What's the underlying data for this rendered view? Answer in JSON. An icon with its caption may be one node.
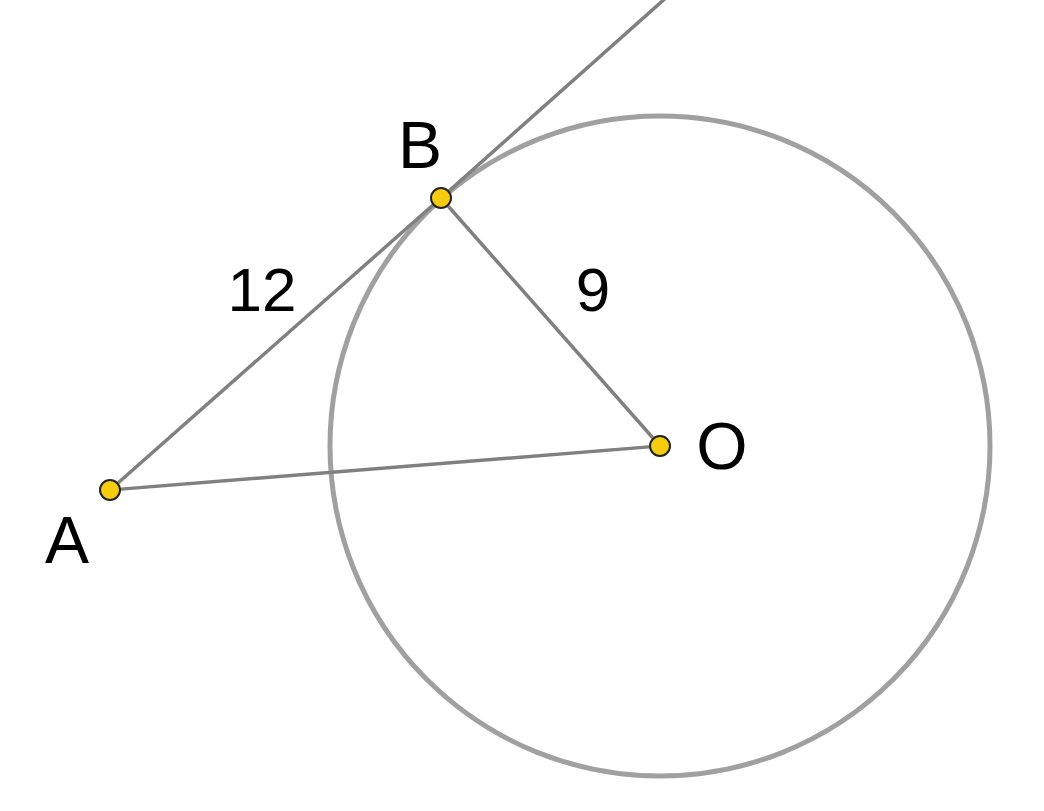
{
  "diagram": {
    "nodes": [
      {
        "text": [
          "A"
        ]
      },
      {
        "text": [
          "B"
        ]
      },
      {
        "text": [
          "O"
        ]
      }
    ],
    "edges": [
      {
        "from": 0,
        "to": 1,
        "arrow": "none",
        "label": "12"
      },
      {
        "from": 1,
        "to": 2,
        "arrow": "none",
        "label": "9"
      },
      {
        "from": 0,
        "to": 2,
        "arrow": "none"
      },
      {
        "from": 1,
        "to": null,
        "arrow": "none"
      }
    ]
  }
}
